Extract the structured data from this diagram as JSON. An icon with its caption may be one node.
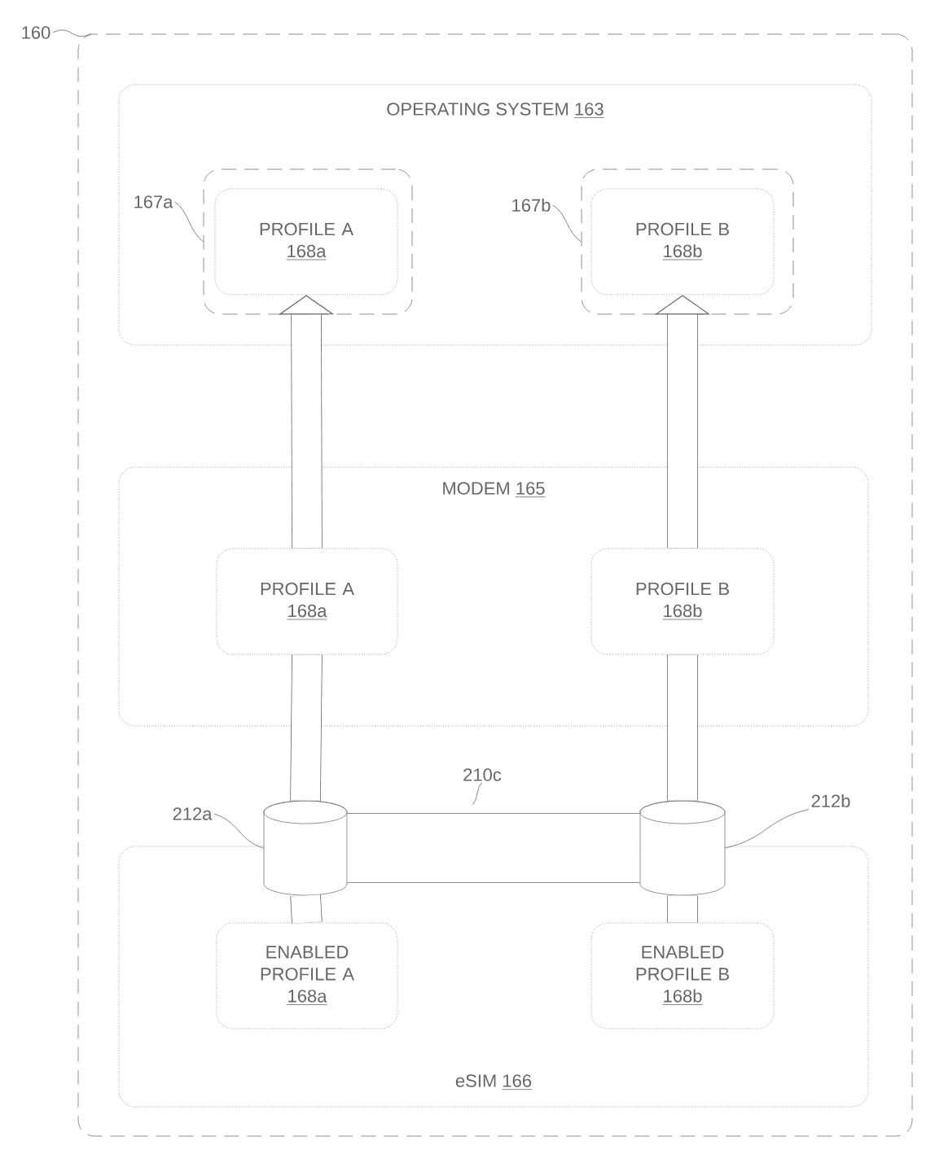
{
  "diagram": {
    "nodes": [
      {
        "text": [],
        "shape": "box"
      },
      {
        "text": [
          "OPERATING SYSTEM",
          "163"
        ],
        "in": 0
      },
      {
        "text": [],
        "shape": "box",
        "in": 1
      },
      {
        "text": [
          "PROFILE A",
          "168a"
        ],
        "in": 2
      },
      {
        "text": [],
        "shape": "box",
        "in": 1
      },
      {
        "text": [
          "PROFILE B",
          "168b"
        ],
        "in": 4
      },
      {
        "text": [
          "MODEM",
          "165"
        ],
        "in": 0
      },
      {
        "text": [
          "PROFILE A",
          "168a"
        ],
        "in": 6
      },
      {
        "text": [
          "PROFILE B",
          "168b"
        ],
        "in": 6
      },
      {
        "text": [
          "eSIM",
          "166"
        ],
        "in": 0
      },
      {
        "text": [],
        "shape": "cylinder",
        "in": 0
      },
      {
        "text": [],
        "shape": "cylinder",
        "in": 0
      },
      {
        "text": [
          "ENABLED PROFILE A",
          "168a"
        ],
        "in": 9
      },
      {
        "text": [
          "ENABLED PROFILE B",
          "168b"
        ],
        "in": 9
      },
      {
        "text": [
          "160"
        ]
      },
      {
        "text": [
          "167a"
        ],
        "in": 1
      },
      {
        "text": [
          "167b"
        ],
        "in": 1
      },
      {
        "text": [
          "210c"
        ],
        "in": 0
      },
      {
        "text": [
          "212a"
        ],
        "in": 0
      },
      {
        "text": [
          "212b"
        ],
        "in": 0
      }
    ],
    "edges": [
      {
        "from": 12,
        "to": 10,
        "arrow": "none"
      },
      {
        "from": 10,
        "to": 7,
        "arrow": "none"
      },
      {
        "from": 7,
        "to": 3,
        "arrow": "to"
      },
      {
        "from": 13,
        "to": 11,
        "arrow": "none"
      },
      {
        "from": 11,
        "to": 8,
        "arrow": "none"
      },
      {
        "from": 8,
        "to": 5,
        "arrow": "to"
      },
      {
        "from": 10,
        "to": 11,
        "arrow": "none",
        "style": "thick"
      },
      {
        "from": 14,
        "to": 0,
        "arrow": "none"
      },
      {
        "from": 15,
        "to": 2,
        "arrow": "none"
      },
      {
        "from": 16,
        "to": 4,
        "arrow": "none"
      },
      {
        "from": 17,
        "to": null,
        "arrow": "none"
      },
      {
        "from": 18,
        "to": 10,
        "arrow": "none"
      },
      {
        "from": 19,
        "to": 11,
        "arrow": "none"
      }
    ]
  }
}
